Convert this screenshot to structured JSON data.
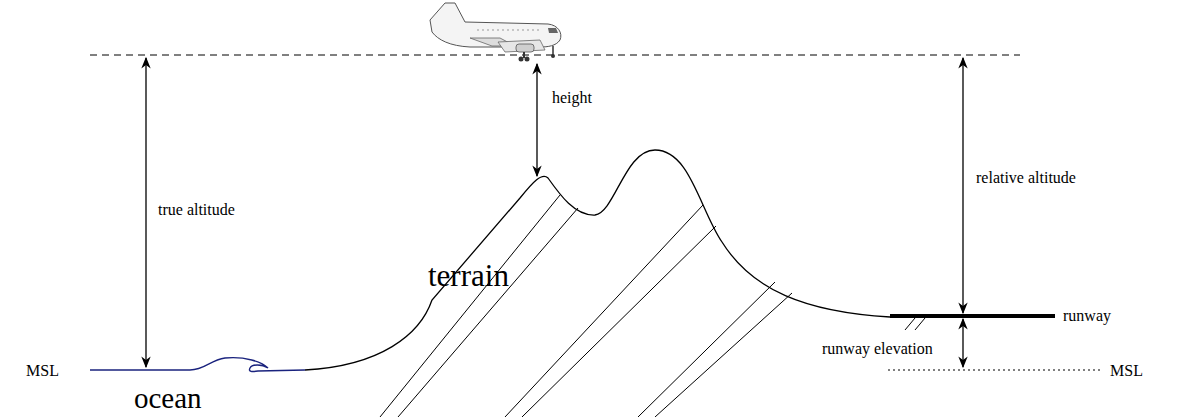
{
  "diagram": {
    "labels": [
      "height",
      "true altitude",
      "relative altitude",
      "terrain",
      "runway",
      "runway elevation",
      "MSL",
      "ocean",
      "MSL"
    ]
  }
}
